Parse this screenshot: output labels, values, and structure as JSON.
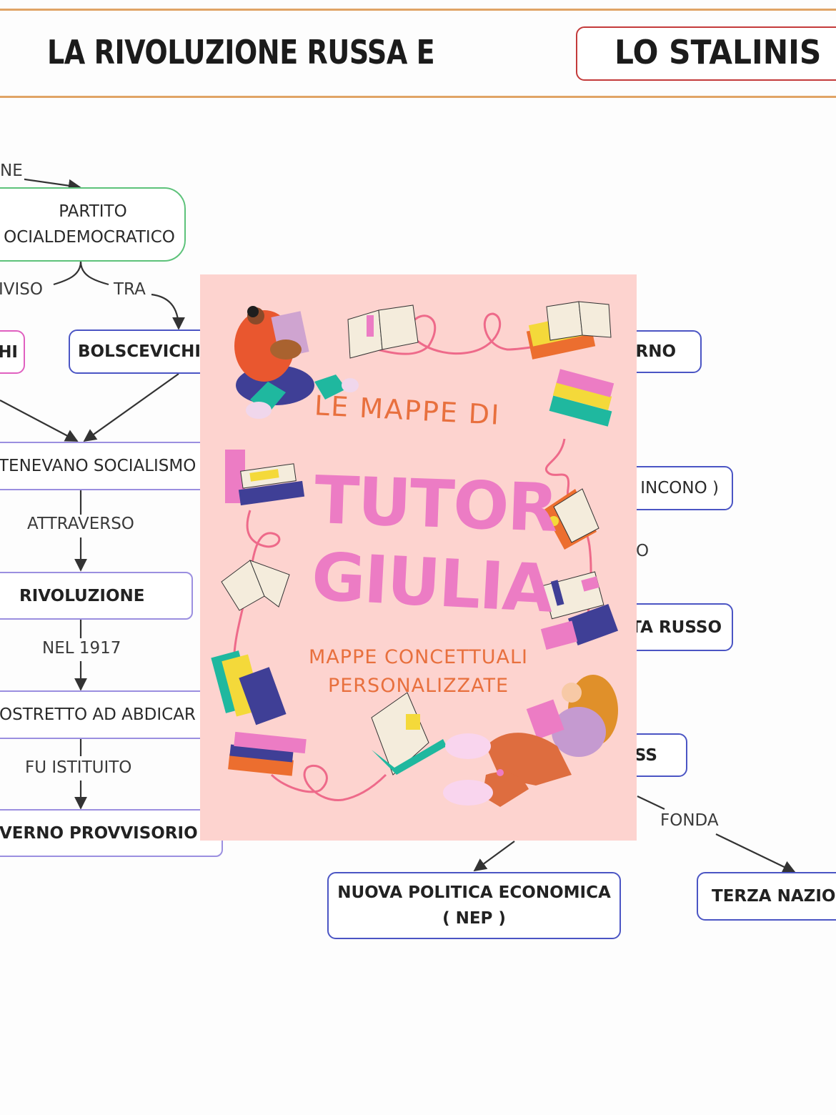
{
  "header": {
    "title_part1": "LA RIVOLUZIONE RUSSA E",
    "title_part2": "LO STALINIS",
    "accent_line_color": "#e0a466",
    "title_box_border": "#c33a3a"
  },
  "diagram": {
    "nodes": {
      "top_label_partial": "NE",
      "partito": [
        "PARTITO",
        "OCIALDEMOCRATICO"
      ],
      "menscevichi_partial": "HI",
      "bolscevichi": "BOLSCEVICHI",
      "socialismo": "TENEVANO SOCIALISMO",
      "rivoluzione": "RIVOLUZIONE",
      "abdicare": "OSTRETTO AD ABDICAR",
      "governo": "VERNO PROVVISORIO",
      "right_1": "RNO",
      "right_2": "INCONO )",
      "right_label_o": "O",
      "right_3": "TA RUSSO",
      "right_4": "SS",
      "nep": [
        "NUOVA POLITICA ECONOMICA",
        "( NEP )"
      ],
      "terza": "TERZA NAZION"
    },
    "edge_labels": {
      "diviso": "IVISO",
      "tra": "TRA",
      "attraverso": "ATTRAVERSO",
      "nel_1917": "NEL 1917",
      "fu_istituito": "FU ISTITUITO",
      "fonda": "FONDA"
    },
    "colors": {
      "blue_border": "#4b55c4",
      "lavender_border": "#9b8fe0",
      "green_border": "#5dc27a",
      "pink_border": "#e060c0",
      "edge": "#333333"
    }
  },
  "poster": {
    "line1": "LE MAPPE DI",
    "line2": "TUTOR",
    "line3": "GIULIA",
    "sub1": "MAPPE CONCETTUALI",
    "sub2": "PERSONALIZZATE",
    "background": "#fdd3cf",
    "title_color": "#ec7cc4",
    "subtitle_color": "#e8703e"
  }
}
